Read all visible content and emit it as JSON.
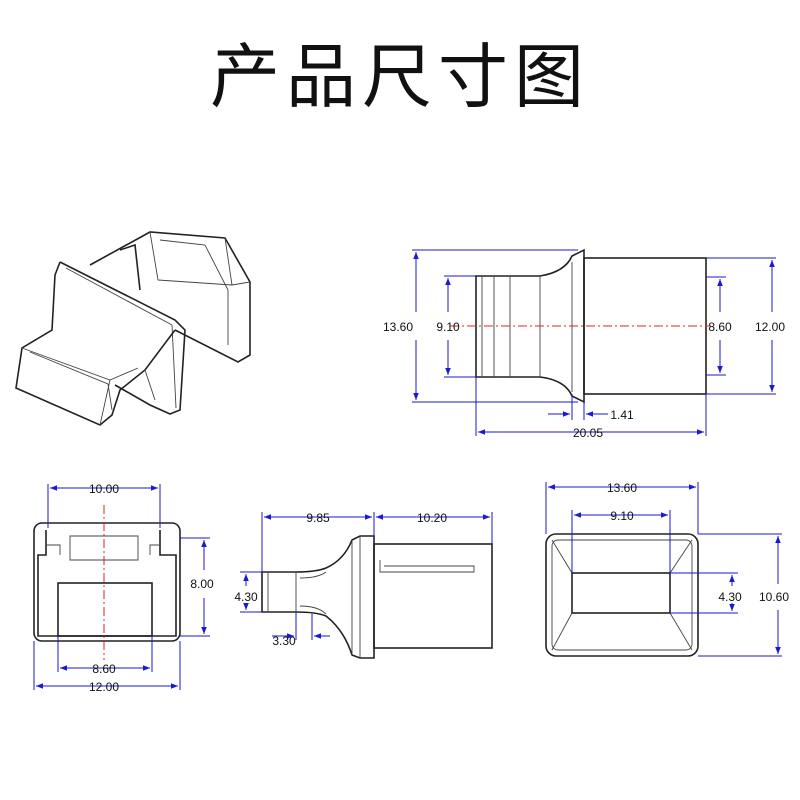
{
  "title": "产品尺寸图",
  "colors": {
    "dimension": "#1a1ad0",
    "centerline": "#e02020",
    "outline": "#222222"
  },
  "side_view": {
    "d_13_60": "13.60",
    "d_9_10": "9.10",
    "d_8_60": "8.60",
    "d_12_00": "12.00",
    "d_1_41": "1.41",
    "d_20_05": "20.05"
  },
  "front_view": {
    "d_10_00": "10.00",
    "d_8_00": "8.00",
    "d_8_60": "8.60",
    "d_12_00": "12.00"
  },
  "top_view": {
    "d_9_85": "9.85",
    "d_10_20": "10.20",
    "d_4_30": "4.30",
    "d_3_30": "3.30"
  },
  "rear_view": {
    "d_13_60": "13.60",
    "d_9_10": "9.10",
    "d_4_30": "4.30",
    "d_10_60": "10.60"
  }
}
